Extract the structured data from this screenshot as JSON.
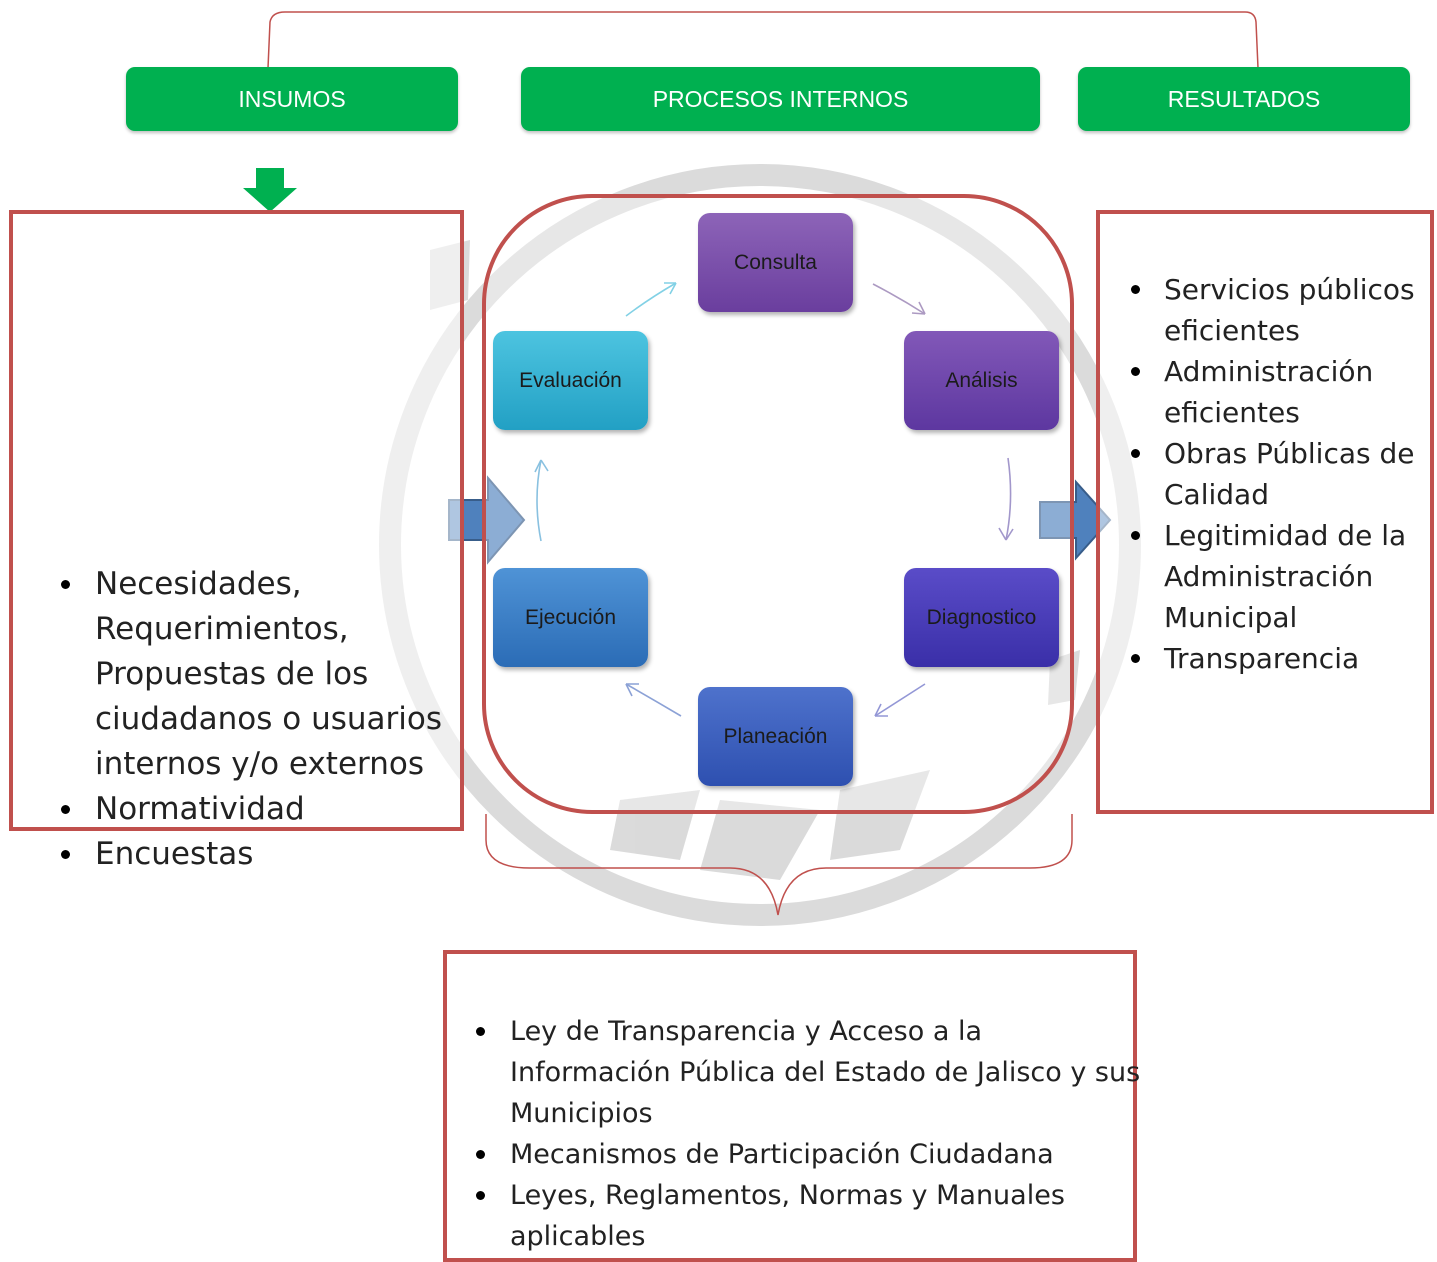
{
  "headers": {
    "insumos": "INSUMOS",
    "procesos": "PROCESOS INTERNOS",
    "resultados": "RESULTADOS"
  },
  "insumos_items": [
    "Necesidades, Requerimientos, Propuestas de los ciudadanos o usuarios internos y/o externos",
    "Normatividad",
    "Encuestas"
  ],
  "cycle": {
    "consulta": "Consulta",
    "analisis": "Análisis",
    "diagnostico": "Diagnostico",
    "planeacion": "Planeación",
    "ejecucion": "Ejecución",
    "evaluacion": "Evaluación"
  },
  "resultados_items": [
    "Servicios públicos eficientes",
    "Administración eficientes",
    "Obras Públicas de Calidad",
    "Legitimidad de la Administración Municipal",
    "Transparencia"
  ],
  "marco_items": [
    "Ley de Transparencia y Acceso a la Información Pública del Estado de Jalisco y sus Municipios",
    "Mecanismos de Participación Ciudadana",
    "Leyes, Reglamentos, Normas y Manuales aplicables"
  ],
  "colors": {
    "header_green": "#00b050",
    "frame_red": "#c0504d",
    "arrow_blue": "#4f81bd",
    "watermark_gray": "#b5b5b5"
  }
}
